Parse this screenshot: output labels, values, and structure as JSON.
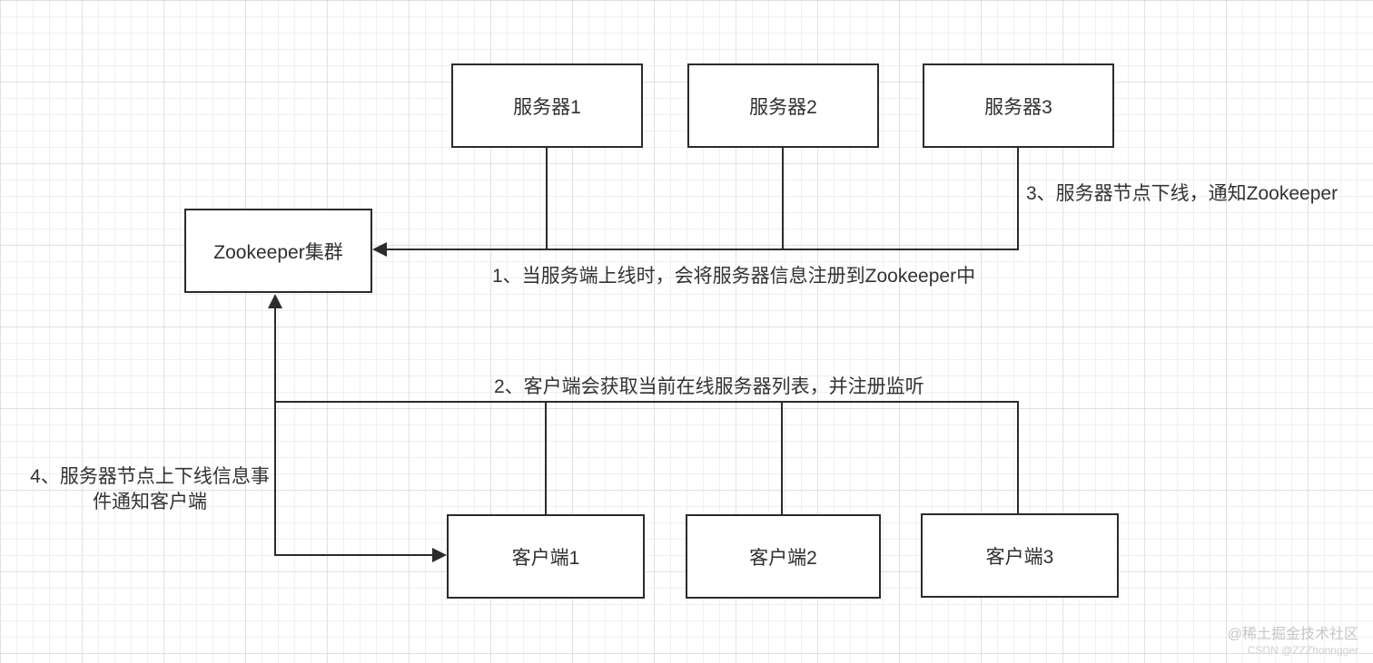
{
  "diagram": {
    "nodes": {
      "servers": [
        {
          "label": "服务器1"
        },
        {
          "label": "服务器2"
        },
        {
          "label": "服务器3"
        }
      ],
      "zookeeper": {
        "label": "Zookeeper集群"
      },
      "clients": [
        {
          "label": "客户端1"
        },
        {
          "label": "客户端2"
        },
        {
          "label": "客户端3"
        }
      ]
    },
    "annotations": {
      "step1": "1、当服务端上线时，会将服务器信息注册到Zookeeper中",
      "step2": "2、客户端会获取当前在线服务器列表，并注册监听",
      "step3": "3、服务器节点下线，通知Zookeeper",
      "step4": "4、服务器节点上下线信息事\n件通知客户端"
    },
    "colors": {
      "line": "#2b2b2b",
      "box_border": "#2b2b2b",
      "box_fill": "#ffffff",
      "text": "#333333",
      "grid": "#e4e2ea",
      "watermark": "#c6c6c6"
    }
  },
  "watermark": {
    "line1": "@稀土掘金技术社区",
    "line2": "CSDN @ZZZhonngger"
  }
}
